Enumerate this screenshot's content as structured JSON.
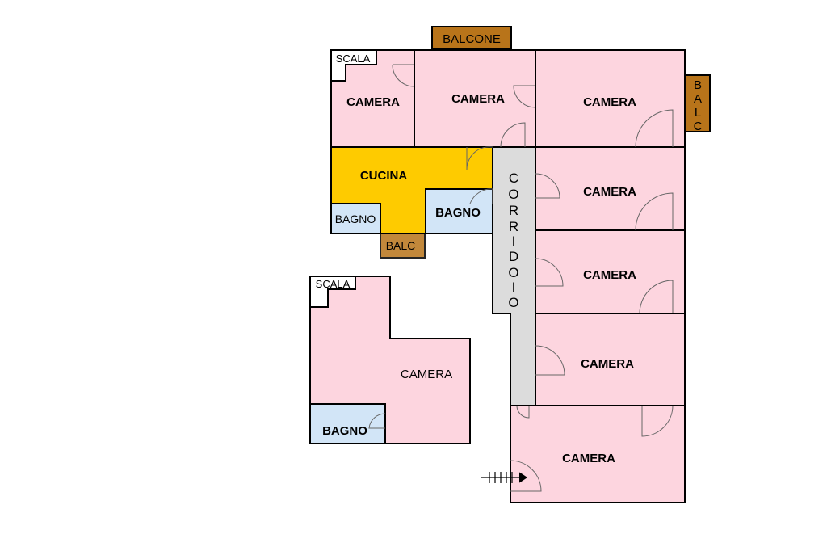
{
  "colors": {
    "camera": "#fdd5df",
    "cucina": "#fecb00",
    "bagno": "#d2e5f7",
    "balcone": "#b8741a",
    "corridoio": "#dcdcdc",
    "scala": "#ffffff",
    "wall": "#000000"
  },
  "rooms": {
    "balcone_top": "BALCONE",
    "balc_right": "BALC",
    "balc_small": "BALC",
    "scala_top": "SCALA",
    "scala_bottom": "SCALA",
    "camera_1": "CAMERA",
    "camera_2": "CAMERA",
    "camera_3": "CAMERA",
    "camera_4": "CAMERA",
    "camera_5": "CAMERA",
    "camera_6": "CAMERA",
    "camera_7": "CAMERA",
    "camera_8": "CAMERA",
    "cucina": "CUCINA",
    "bagno_1": "BAGNO",
    "bagno_2": "BAGNO",
    "bagno_3": "BAGNO",
    "corridoio": "CORRIDOIO"
  }
}
